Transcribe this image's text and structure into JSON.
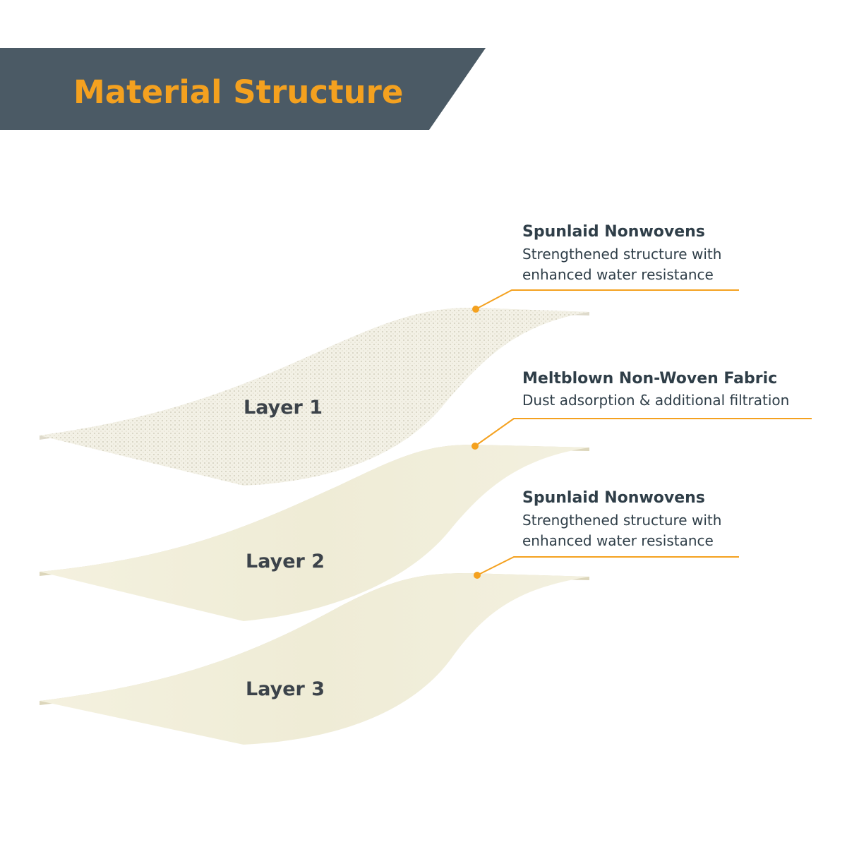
{
  "header": {
    "title": "Material Structure"
  },
  "layers": [
    {
      "label": "Layer 1"
    },
    {
      "label": "Layer 2"
    },
    {
      "label": "Layer 3"
    }
  ],
  "annotations": [
    {
      "title": "Spunlaid Nonwovens",
      "lines": [
        "Strengthened structure with",
        "enhanced water resistance"
      ]
    },
    {
      "title": "Meltblown Non-Woven Fabric",
      "lines": [
        "Dust adsorption & additional filtration"
      ]
    },
    {
      "title": "Spunlaid Nonwovens",
      "lines": [
        "Strengthened structure with",
        "enhanced water resistance"
      ]
    }
  ],
  "colors": {
    "banner": "#4b5a65",
    "accent": "#f4a11f",
    "layer_fill": "#f2efdc",
    "layer_edge": "#dcd6bb",
    "text": "#2f3e48"
  }
}
